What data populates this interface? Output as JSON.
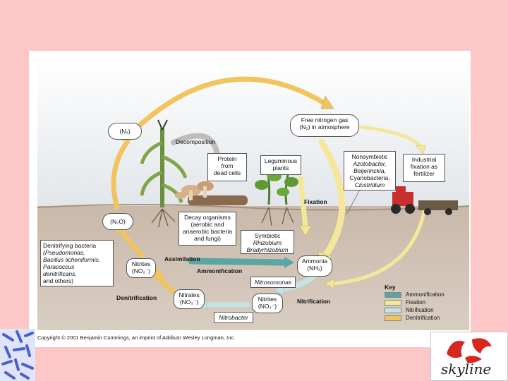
{
  "nodes": {
    "n2_left": "(N₂)",
    "free_n2": [
      "Free nitrogen gas",
      "(N₂) in atmosphere"
    ],
    "decomposition": "Decomposition",
    "protein": [
      "Protein",
      "from",
      "dead cells"
    ],
    "leguminous": [
      "Leguminous",
      "plants"
    ],
    "nonsymbiotic": [
      "Nonsymbiotic",
      "Azotobacter,",
      "Beijerinckia,",
      "Cyanobacteria,",
      "Clostridium"
    ],
    "industrial": [
      "Industrial",
      "fixation as",
      "fertilizer"
    ],
    "n2o": "(N₂O)",
    "decay": [
      "Decay organisms",
      "(aerobic and",
      "anaerobic bacteria",
      "and fungi)"
    ],
    "symbiotic": [
      "Symbiotic",
      "Rhizobium",
      "Bradyrhizobium"
    ],
    "denitrifying": [
      "Denitrifying bacteria",
      "(Pseudomonas,",
      "Bacillus licheniformis,",
      "Paracoccus",
      "denitrificans,",
      "and others)"
    ],
    "nitrites_left": [
      "Nitrites",
      "(NO₂⁻)"
    ],
    "ammonia": [
      "Ammonia",
      "(NH₃)"
    ],
    "nitrosomonas": "Nitrosomonas",
    "nitrates": [
      "Nitrates",
      "(NO₃⁻)"
    ],
    "nitrites_right": [
      "Nitrites",
      "(NO₂⁻)"
    ],
    "nitrobacter": "Nitrobacter"
  },
  "processes": {
    "fixation": "Fixation",
    "assimilation": "Assimilation",
    "ammonification": "Ammonification",
    "nitrification": "Nitrification",
    "denitrification": "Denitrification"
  },
  "key": {
    "title": "Key",
    "items": [
      {
        "label": "Ammonification",
        "color": "#5aa6a3"
      },
      {
        "label": "Fixation",
        "color": "#f5e79a"
      },
      {
        "label": "Nitrification",
        "color": "#c5e3e2"
      },
      {
        "label": "Denitrification",
        "color": "#f1c45e"
      }
    ]
  },
  "copyright": "Copyright © 2001 Benjamin Cummings, an imprint of Addison Wesley Longman, Inc.",
  "logo_text": "skyline"
}
